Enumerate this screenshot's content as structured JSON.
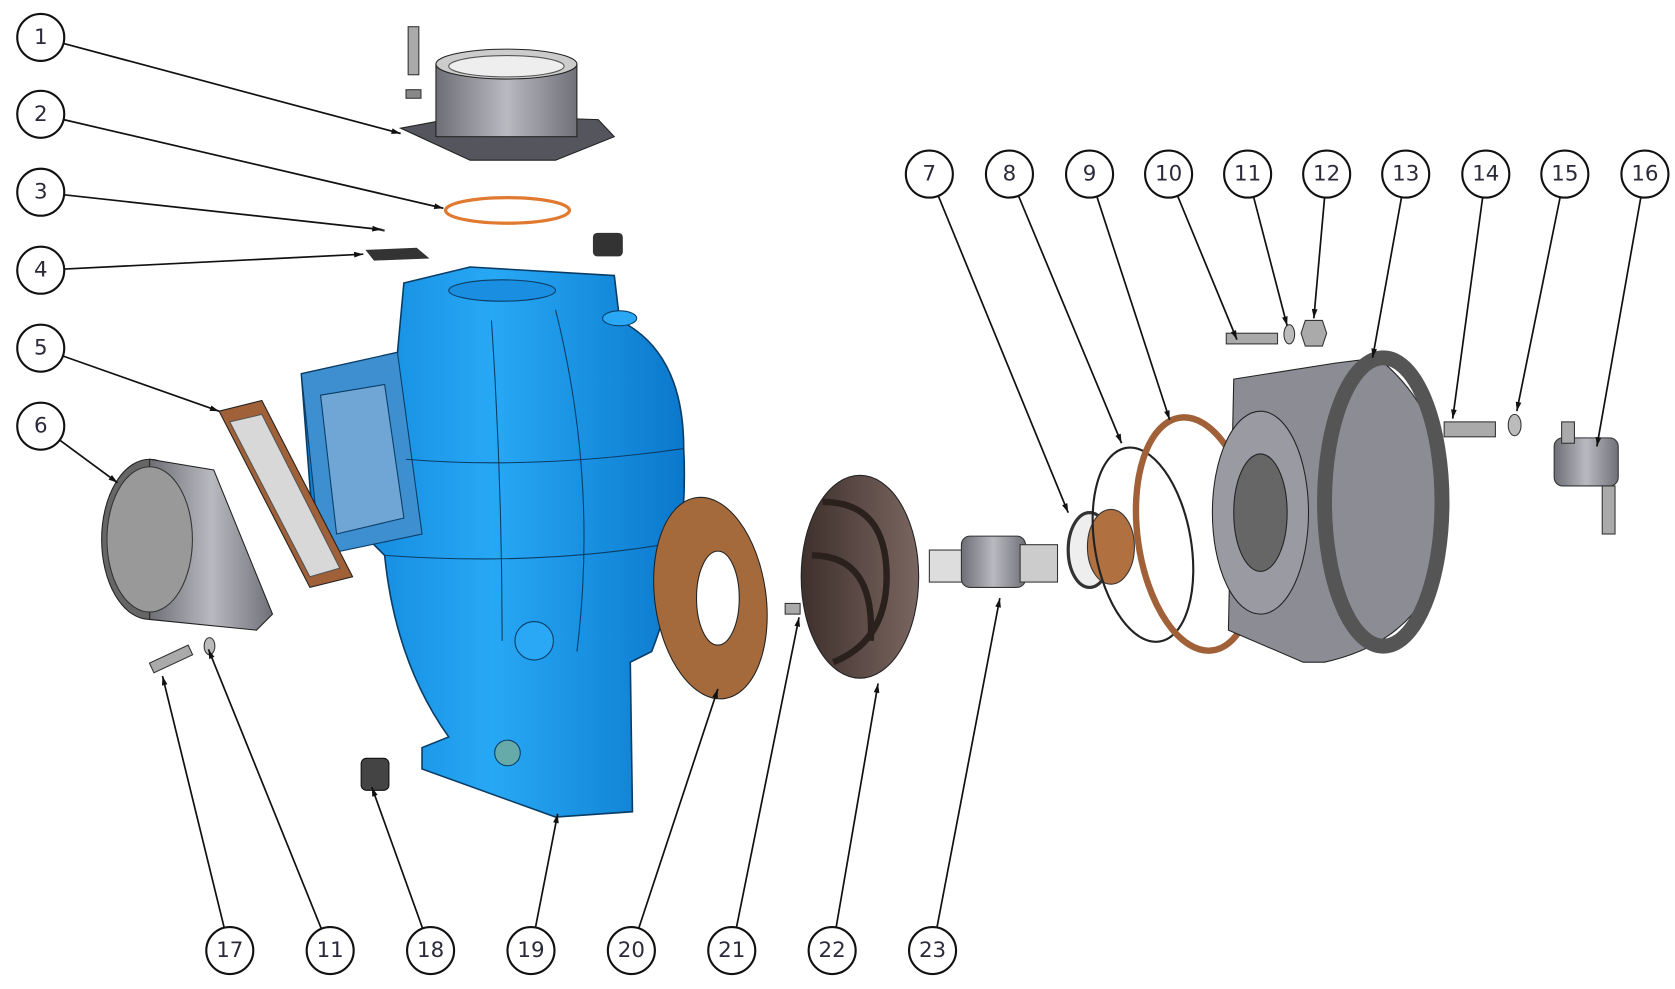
{
  "diagram": {
    "type": "exploded-parts-view",
    "colors": {
      "body": "#1e9df0",
      "gasket": "#b07040",
      "ring": "#e07a30",
      "metal": "#8c8c94",
      "impeller": "#5a4a44"
    },
    "balloons": [
      {
        "label": "1"
      },
      {
        "label": "2"
      },
      {
        "label": "3"
      },
      {
        "label": "4"
      },
      {
        "label": "5"
      },
      {
        "label": "6"
      },
      {
        "label": "7"
      },
      {
        "label": "8"
      },
      {
        "label": "9"
      },
      {
        "label": "10"
      },
      {
        "label": "11"
      },
      {
        "label": "12"
      },
      {
        "label": "13"
      },
      {
        "label": "14"
      },
      {
        "label": "15"
      },
      {
        "label": "16"
      },
      {
        "label": "17"
      },
      {
        "label": "11"
      },
      {
        "label": "18"
      },
      {
        "label": "19"
      },
      {
        "label": "20"
      },
      {
        "label": "21"
      },
      {
        "label": "22"
      },
      {
        "label": "23"
      }
    ]
  }
}
